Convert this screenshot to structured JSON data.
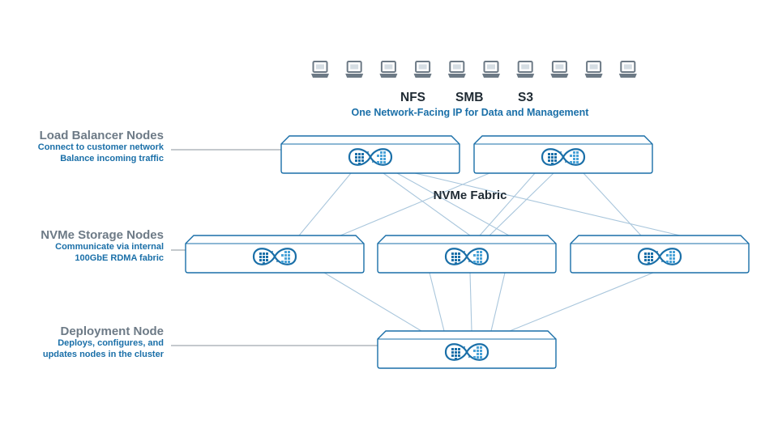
{
  "protocols": [
    "NFS",
    "SMB",
    "S3"
  ],
  "network_ip_label": "One Network-Facing IP for Data and Management",
  "fabric_label": "NVMe Fabric",
  "tiers": {
    "load_balancer": {
      "title": "Load Balancer Nodes",
      "subtitle": "Connect to customer network\nBalance incoming traffic"
    },
    "storage": {
      "title": "NVMe Storage Nodes",
      "subtitle": "Communicate via internal\n100GbE RDMA fabric"
    },
    "deployment": {
      "title": "Deployment Node",
      "subtitle": "Deploys, configures, and\nupdates nodes in the cluster"
    }
  },
  "colors": {
    "node_border": "#1a6fa8",
    "link": "#a9c6dc",
    "accent": "#1a6fa8",
    "laptop": "#6d7a86",
    "label_title": "#6d7a86"
  },
  "icons": {
    "client": "laptop-icon",
    "node_logo": "infinity-logo-icon"
  },
  "client_count": 10
}
